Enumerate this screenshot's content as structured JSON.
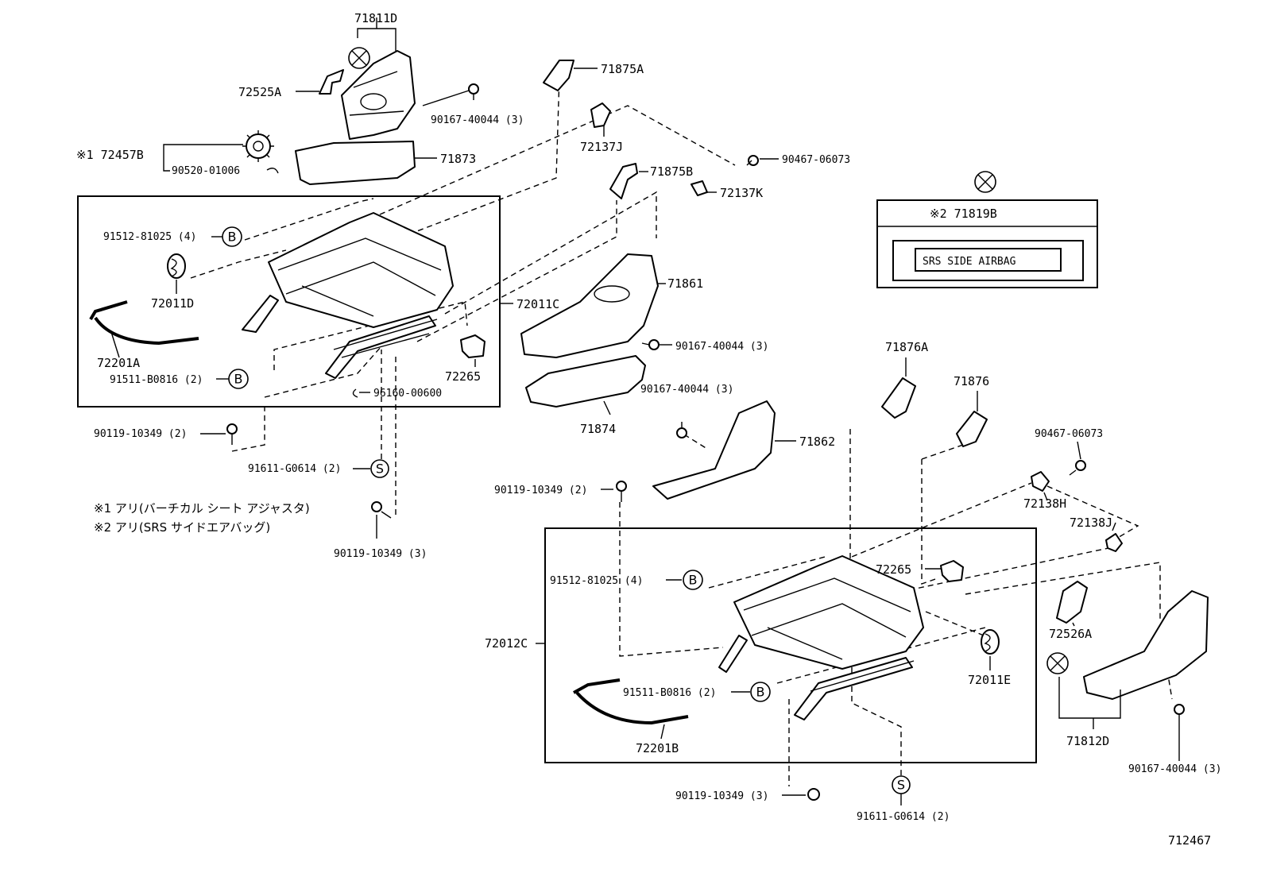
{
  "labels": {
    "p71811D": "71811D",
    "p72525A": "72525A",
    "p90167_40044_3_a": "90167-40044 (3)",
    "p72457B": "※1 72457B",
    "p90520_01006": "90520-01006",
    "p71873": "71873",
    "p71875A": "71875A",
    "p72137J": "72137J",
    "p90467_06073_a": "90467-06073",
    "p71875B": "71875B",
    "p72137K": "72137K",
    "p91512_81025_a": "91512-81025 (4)",
    "p72011D": "72011D",
    "p72011C": "72011C",
    "p72201A": "72201A",
    "p72265_a": "72265",
    "p91511_B0816_a": "91511-B0816 (2)",
    "p96160_00600": "96160-00600",
    "p90119_10349_2_a": "90119-10349 (2)",
    "p91611_G0614_a": "91611-G0614 (2)",
    "p90119_10349_3_a": "90119-10349 (3)",
    "p71861": "71861",
    "p90167_40044_3_b": "90167-40044 (3)",
    "p90167_40044_3_c": "90167-40044 (3)",
    "p71874": "71874",
    "p71876A": "71876A",
    "p71876": "71876",
    "p71862": "71862",
    "p90467_06073_b": "90467-06073",
    "p72138H": "72138H",
    "p72138J": "72138J",
    "p90119_10349_2_b": "90119-10349 (2)",
    "p91512_81025_b": "91512-81025 (4)",
    "p72265_b": "72265",
    "p72012C": "72012C",
    "p72526A": "72526A",
    "p72011E": "72011E",
    "p91511_B0816_b": "91511-B0816 (2)",
    "p72201B": "72201B",
    "p71812D": "71812D",
    "p90167_40044_3_d": "90167-40044 (3)",
    "p90119_10349_3_b": "90119-10349 (3)",
    "p91611_G0614_b": "91611-G0614 (2)",
    "p71819B": "※2 71819B",
    "airbag_label": "SRS  SIDE  AIRBAG"
  },
  "circle_marks": {
    "b": "B",
    "s": "S"
  },
  "notes": {
    "note1": "※1 アリ(バーチカル シート アジャスタ)",
    "note2": "※2 アリ(SRS サイドエアバッグ)"
  },
  "diagram_id": "712467"
}
